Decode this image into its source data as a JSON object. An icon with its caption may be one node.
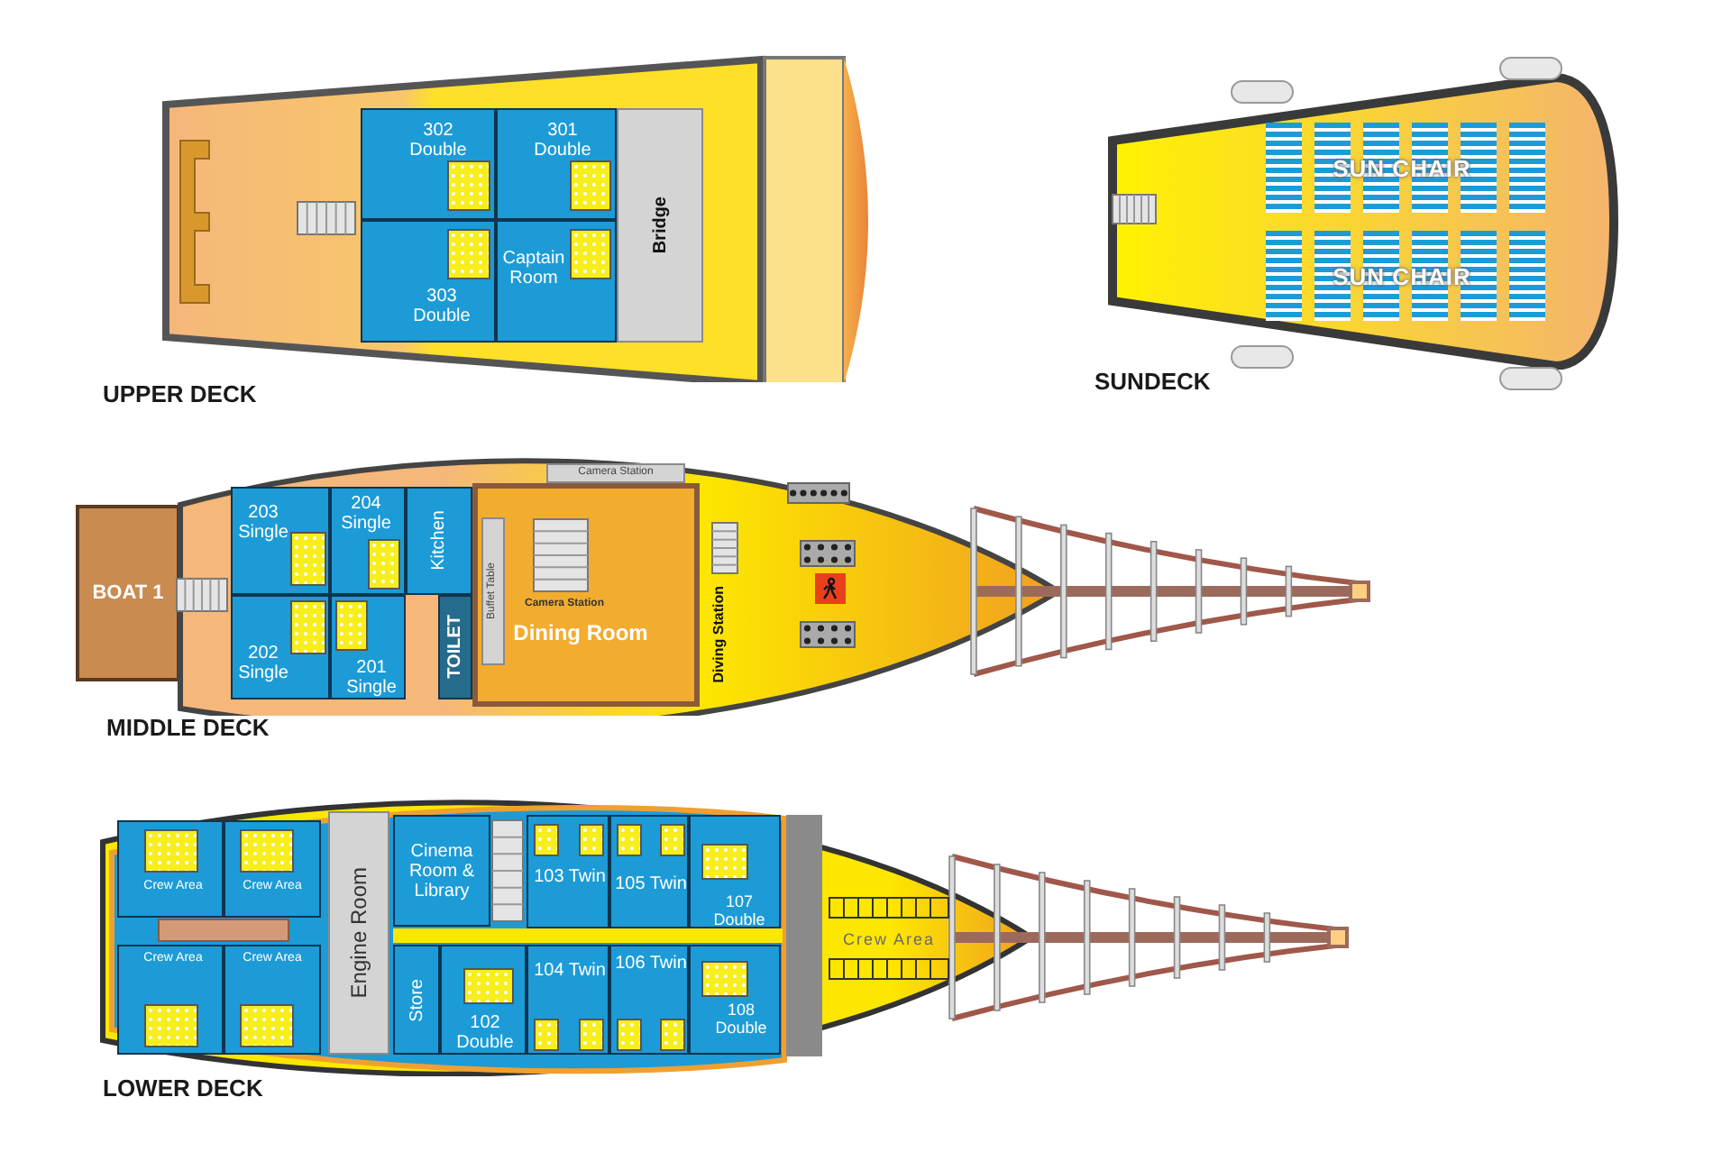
{
  "diagram": {
    "nodes": [
      {
        "text": [
          "UPPER DECK"
        ]
      },
      {
        "text": [
          "302 Double"
        ],
        "in": 0
      },
      {
        "text": [
          "301 Double"
        ],
        "in": 0
      },
      {
        "text": [
          "303 Double"
        ],
        "in": 0
      },
      {
        "text": [
          "Captain Room"
        ],
        "in": 0
      },
      {
        "text": [
          "Bridge"
        ],
        "in": 0
      },
      {
        "text": [
          "SUNDECK"
        ]
      },
      {
        "text": [
          "SUN CHAIR"
        ],
        "in": 6
      },
      {
        "text": [
          "SUN CHAIR"
        ],
        "in": 6
      },
      {
        "text": [
          "BOAT 1"
        ]
      },
      {
        "text": [
          "MIDDLE DECK"
        ]
      },
      {
        "text": [
          "203 Single"
        ],
        "in": 10
      },
      {
        "text": [
          "204 Single"
        ],
        "in": 10
      },
      {
        "text": [
          "Kitchen"
        ],
        "in": 10
      },
      {
        "text": [
          "202 Single"
        ],
        "in": 10
      },
      {
        "text": [
          "201 Single"
        ],
        "in": 10
      },
      {
        "text": [
          "TOILET"
        ],
        "in": 10
      },
      {
        "text": [
          "Camera Station"
        ],
        "in": 10
      },
      {
        "text": [
          "Dining Room"
        ],
        "in": 10
      },
      {
        "text": [
          "Buffet Table"
        ],
        "in": 18
      },
      {
        "text": [
          "Camera Station"
        ],
        "in": 18
      },
      {
        "text": [
          "Diving Station"
        ],
        "in": 10
      },
      {
        "text": [
          "LOWER DECK"
        ]
      },
      {
        "text": [
          "Crew Area"
        ],
        "in": 22
      },
      {
        "text": [
          "Crew Area"
        ],
        "in": 22
      },
      {
        "text": [
          "Crew Area"
        ],
        "in": 22
      },
      {
        "text": [
          "Crew Area"
        ],
        "in": 22
      },
      {
        "text": [
          "Engine Room"
        ],
        "in": 22
      },
      {
        "text": [
          "Cinema Room & Library"
        ],
        "in": 22
      },
      {
        "text": [
          "103 Twin"
        ],
        "in": 22
      },
      {
        "text": [
          "105 Twin"
        ],
        "in": 22
      },
      {
        "text": [
          "107 Double"
        ],
        "in": 22
      },
      {
        "text": [
          "Store"
        ],
        "in": 22
      },
      {
        "text": [
          "102 Double"
        ],
        "in": 22
      },
      {
        "text": [
          "104 Twin"
        ],
        "in": 22
      },
      {
        "text": [
          "106 Twin"
        ],
        "in": 22
      },
      {
        "text": [
          "108 Double"
        ],
        "in": 22
      },
      {
        "text": [
          "Crew Area"
        ],
        "in": 22
      }
    ]
  }
}
